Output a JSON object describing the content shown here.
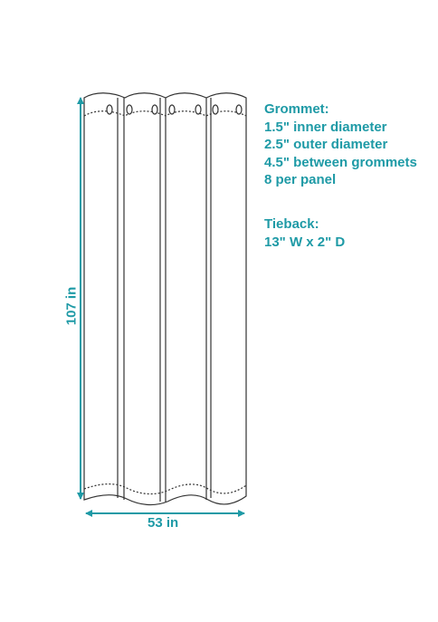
{
  "grommet": {
    "heading": "Grommet:",
    "lines": [
      "1.5\" inner diameter",
      "2.5\" outer diameter",
      "4.5\" between grommets",
      "8 per panel"
    ]
  },
  "tieback": {
    "heading": "Tieback:",
    "lines": [
      "13\" W x 2\" D"
    ]
  },
  "dimensions": {
    "height": "107 in",
    "width": "53 in"
  },
  "colors": {
    "accent": "#1e9aa6",
    "outline": "#333333"
  }
}
